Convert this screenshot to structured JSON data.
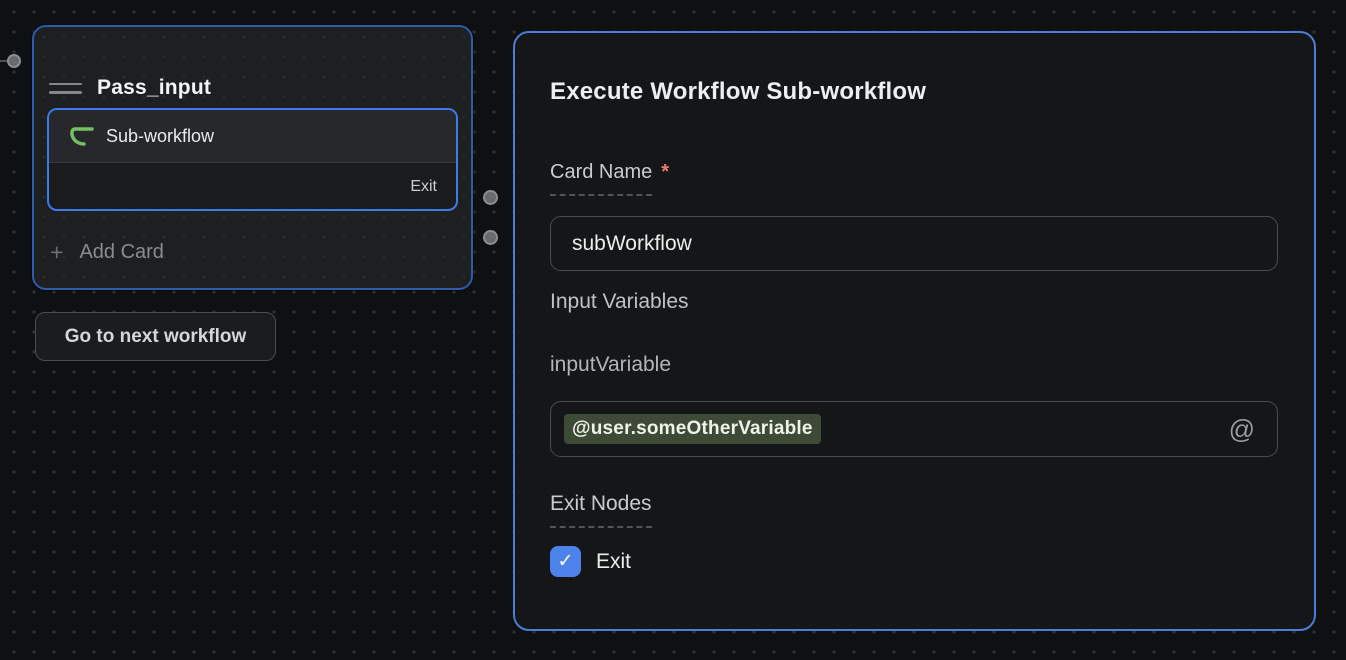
{
  "canvas": {
    "node": {
      "title": "Pass_input",
      "card": {
        "label": "Sub-workflow",
        "exit_label": "Exit"
      },
      "add_card_label": "Add Card"
    },
    "next_button_label": "Go to next workflow"
  },
  "panel": {
    "title": "Execute Workflow Sub-workflow",
    "card_name": {
      "label": "Card Name",
      "required_mark": "*",
      "value": "subWorkflow"
    },
    "input_variables_label": "Input Variables",
    "input_variable": {
      "label": "inputVariable",
      "token": "@user.someOtherVariable"
    },
    "exit_nodes": {
      "label": "Exit Nodes",
      "checkbox_label": "Exit",
      "checked": true
    }
  },
  "icons": {
    "add": "+",
    "mention": "@",
    "checkmark": "✓"
  },
  "colors": {
    "canvas_bg": "#0f1011",
    "node_border": "#2d5cab",
    "card_border": "#3d7aea",
    "panel_border": "#4a7ed7",
    "token_bg": "#3d4b36",
    "checkbox_blue": "#4d82ea",
    "required_red": "#ee7b73",
    "icon_green": "#74c163"
  }
}
